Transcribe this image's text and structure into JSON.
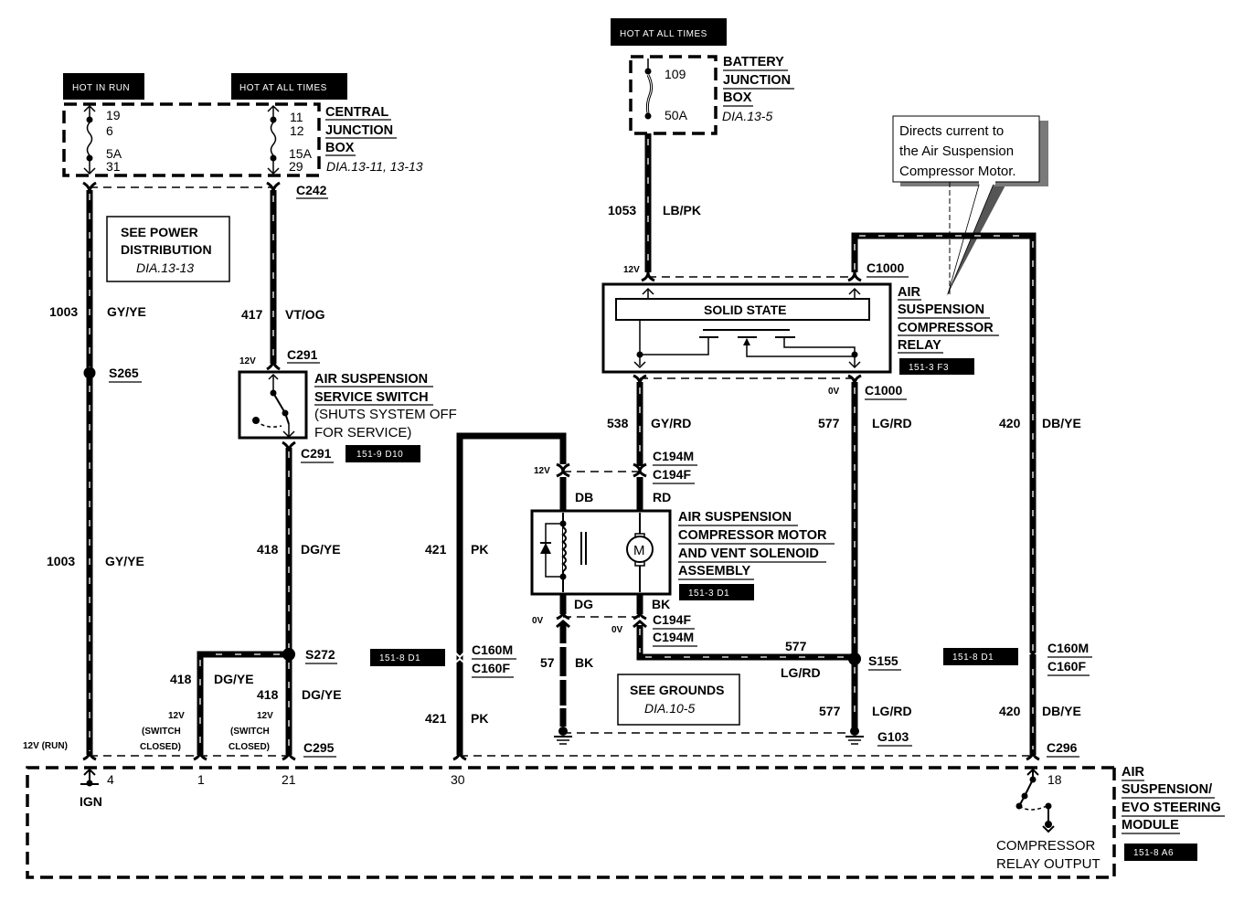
{
  "title": "Air Suspension Compressor Wiring Diagram",
  "power_tags": {
    "hot_in_run": "HOT IN RUN",
    "hot_at_all_times_cjb": "HOT AT ALL TIMES",
    "hot_at_all_times_bjb": "HOT AT ALL TIMES"
  },
  "central_junction_box": {
    "name_lines": [
      "CENTRAL",
      "JUNCTION",
      "BOX"
    ],
    "ref": "DIA.13-11, 13-13",
    "fuse_left": {
      "top_pin": "19",
      "fuse": "6",
      "rating": "5A",
      "bottom_pin": "31"
    },
    "fuse_right": {
      "top_pin": "11",
      "fuse": "12",
      "rating": "15A",
      "bottom_pin": "29"
    }
  },
  "battery_junction_box": {
    "name_lines": [
      "BATTERY",
      "JUNCTION",
      "BOX"
    ],
    "ref": "DIA.13-5",
    "fuse": "109",
    "rating": "50A"
  },
  "callout": {
    "lines": [
      "Directs current to",
      "the Air Suspension",
      "Compressor Motor."
    ]
  },
  "see_power": {
    "lines": [
      "SEE POWER",
      "DISTRIBUTION"
    ],
    "ref": "DIA.13-13"
  },
  "see_grounds": {
    "title": "SEE GROUNDS",
    "ref": "DIA.10-5"
  },
  "connectors": {
    "c242": "C242",
    "c291_top": "C291",
    "c291_bottom": "C291",
    "s265": "S265",
    "s272": "S272",
    "c295": "C295",
    "c1000_top": "C1000",
    "c1000_bottom": "C1000",
    "c194m_top": "C194M",
    "c194f_top": "C194F",
    "c194f_bottom": "C194F",
    "c194m_bottom": "C194M",
    "c160m_left": "C160M",
    "c160f_left": "C160F",
    "c160m_right": "C160M",
    "c160f_right": "C160F",
    "s155": "S155",
    "g103": "G103",
    "c296": "C296"
  },
  "wires": [
    {
      "circuit": "1003",
      "color": "GY/YE",
      "where": "upper-left"
    },
    {
      "circuit": "1003",
      "color": "GY/YE",
      "where": "lower-left"
    },
    {
      "circuit": "417",
      "color": "VT/OG"
    },
    {
      "circuit": "418",
      "color": "DG/YE",
      "where": "switch-out"
    },
    {
      "circuit": "418",
      "color": "DG/YE",
      "where": "branch"
    },
    {
      "circuit": "418",
      "color": "DG/YE",
      "where": "to-c295"
    },
    {
      "circuit": "1053",
      "color": "LB/PK"
    },
    {
      "circuit": "538",
      "color": "GY/RD"
    },
    {
      "circuit": "577",
      "color": "LG/RD",
      "where": "relay-out"
    },
    {
      "circuit": "577",
      "color": "LG/RD",
      "where": "horizontal"
    },
    {
      "circuit": "577",
      "color": "LG/RD",
      "where": "to-ground"
    },
    {
      "circuit": "420",
      "color": "DB/YE",
      "where": "upper"
    },
    {
      "circuit": "420",
      "color": "DB/YE",
      "where": "lower"
    },
    {
      "circuit": "421",
      "color": "PK",
      "where": "upper"
    },
    {
      "circuit": "421",
      "color": "PK",
      "where": "lower"
    },
    {
      "circuit": "57",
      "color": "BK"
    }
  ],
  "service_switch": {
    "name_lines": [
      "AIR SUSPENSION",
      "SERVICE SWITCH"
    ],
    "note_lines": [
      "(SHUTS SYSTEM OFF",
      "FOR SERVICE)"
    ],
    "ref": "151-9 D10",
    "voltage": "12V"
  },
  "relay": {
    "inner": "SOLID STATE",
    "name_lines": [
      "AIR",
      "SUSPENSION",
      "COMPRESSOR",
      "RELAY"
    ],
    "ref": "151-3 F3",
    "v_in": "12V",
    "v_out": "0V"
  },
  "motor_assembly": {
    "name_lines": [
      "AIR SUSPENSION",
      "COMPRESSOR MOTOR",
      "AND VENT SOLENOID",
      "ASSEMBLY"
    ],
    "ref": "151-3 D1",
    "motor_symbol": "M",
    "pin_db": "DB",
    "pin_rd": "RD",
    "pin_dg": "DG",
    "pin_bk": "BK",
    "v_top": "12V",
    "v_bottom_left": "0V",
    "v_bottom_right": "0V"
  },
  "ref_tags": {
    "c160_left": "151-8 D1",
    "c160_right": "151-8 D1"
  },
  "module": {
    "name_lines": [
      "AIR",
      "SUSPENSION/",
      "EVO STEERING",
      "MODULE"
    ],
    "ref": "151-8 A6",
    "output_lines": [
      "COMPRESSOR",
      "RELAY OUTPUT"
    ],
    "pins": {
      "ign": "4",
      "p1": "1",
      "p21": "21",
      "p30": "30",
      "p18": "18"
    },
    "ign_label": "IGN",
    "v_run": "12V (RUN)",
    "v_switch_1": [
      "12V",
      "(SWITCH",
      "CLOSED)"
    ],
    "v_switch_2": [
      "12V",
      "(SWITCH",
      "CLOSED)"
    ]
  }
}
